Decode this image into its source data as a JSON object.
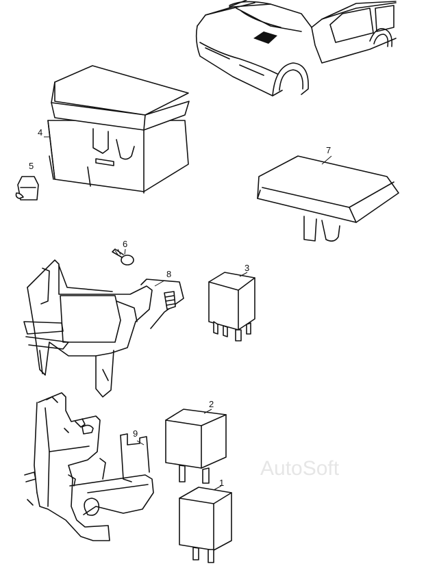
{
  "callouts": {
    "c1": "1",
    "c2": "2",
    "c3": "3",
    "c4": "4",
    "c5": "5",
    "c6": "6",
    "c7": "7",
    "c8": "8",
    "c9": "9"
  },
  "watermark": "AutoSoft"
}
